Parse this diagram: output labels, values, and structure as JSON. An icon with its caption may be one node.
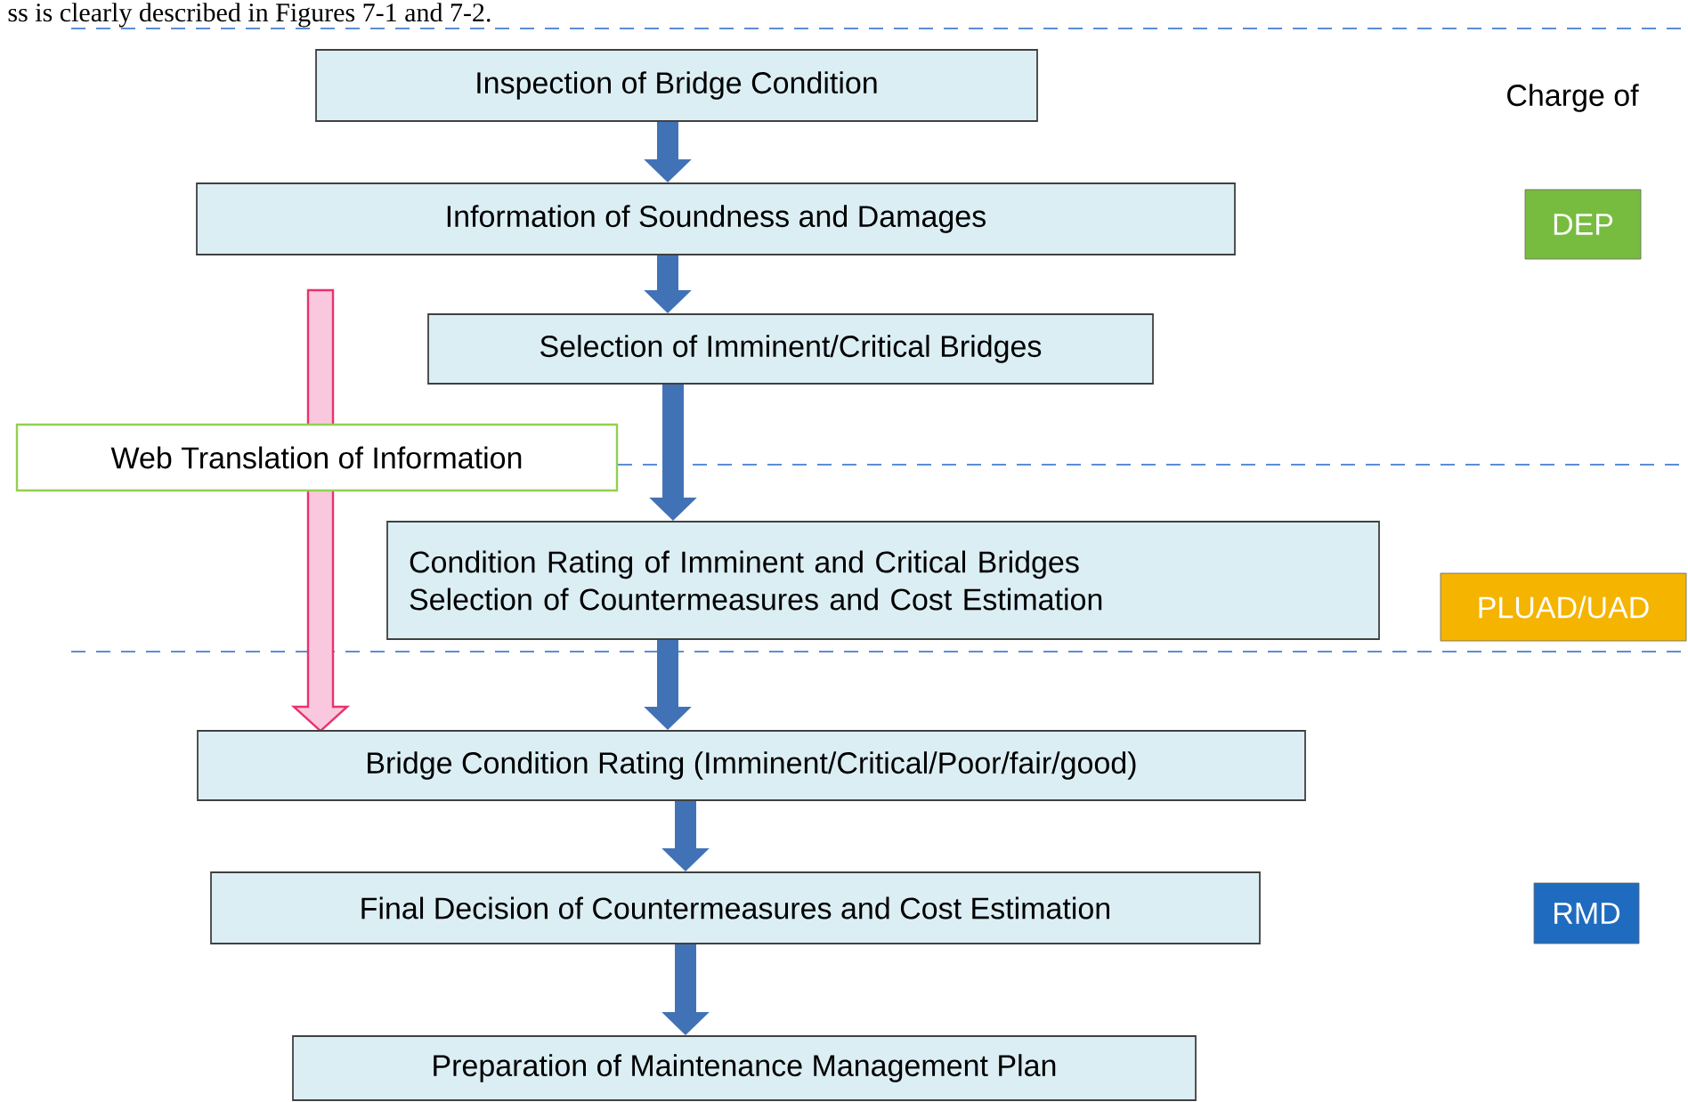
{
  "diagram": {
    "nodes": [
      {
        "text": [
          "Inspection of Bridge Condition"
        ]
      },
      {
        "text": [
          "Information of Soundness and Damages"
        ]
      },
      {
        "text": [
          "Selection of Imminent/Critical Bridges"
        ]
      },
      {
        "text": [
          "Web Translation of Information"
        ]
      },
      {
        "text": [
          "Condition Rating of Imminent and Critical Bridges",
          "Selection of Countermeasures  and Cost Estimation"
        ]
      },
      {
        "text": [
          "Bridge Condition Rating (Imminent/Critical/Poor/fair/good)"
        ]
      },
      {
        "text": [
          "Final Decision of Countermeasures and Cost Estimation"
        ]
      },
      {
        "text": [
          "Preparation of Maintenance Management Plan"
        ]
      },
      {
        "text": [
          "DEP"
        ]
      },
      {
        "text": [
          "PLUAD/UAD"
        ]
      },
      {
        "text": [
          "RMD"
        ]
      }
    ],
    "edges": [
      {
        "from": 0,
        "to": 1,
        "arrow": "to"
      },
      {
        "from": 1,
        "to": 2,
        "arrow": "to"
      },
      {
        "from": 2,
        "to": 4,
        "arrow": "to"
      },
      {
        "from": 4,
        "to": 5,
        "arrow": "to"
      },
      {
        "from": 5,
        "to": 6,
        "arrow": "to"
      },
      {
        "from": 6,
        "to": 7,
        "arrow": "to"
      },
      {
        "from": null,
        "to": 5,
        "arrow": "to",
        "style": "thick",
        "color": "#e8336e"
      }
    ],
    "labels": [
      "ss is clearly described in Figures 7-1 and 7-2.",
      "Charge of"
    ]
  }
}
